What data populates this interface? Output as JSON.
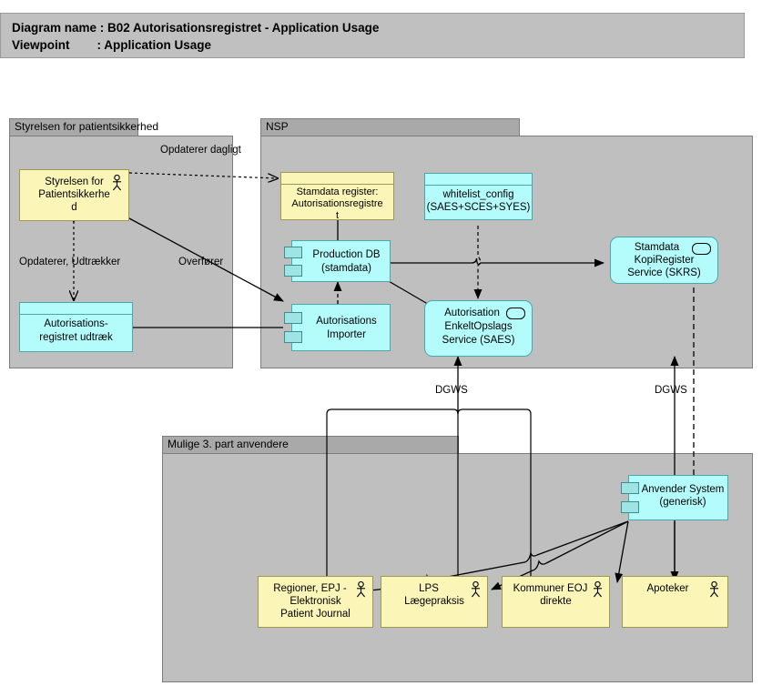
{
  "header": {
    "line1": "Diagram name : B02 Autorisationsregistret - Application Usage",
    "line2": "Viewpoint        : Application Usage"
  },
  "colors": {
    "canvas": "#ffffff",
    "title_bar": "#c0c0c0",
    "group_body": "#bfbfbf",
    "group_tab": "#a9a9a9",
    "business_yellow": "#fbf6b8",
    "application_cyan": "#b4fcfc",
    "component_tab": "#9fe3e3",
    "line": "#000000"
  },
  "groups": [
    {
      "id": "styrelsen",
      "label": "Styrelsen for patientsikkerhed"
    },
    {
      "id": "nsp",
      "label": "NSP"
    },
    {
      "id": "tredjepart",
      "label": "Mulige 3. part anvendere"
    }
  ],
  "nodes": {
    "styrelsen_actor": {
      "label": "Styrelsen for Patientsikkerhed",
      "type": "business-actor",
      "shape": "rect",
      "color": "yellow",
      "icon": "actor-icon"
    },
    "udtraek": {
      "label": "Autorisations-registret udtræk",
      "type": "data-object",
      "shape": "rect",
      "color": "cyan",
      "icon": "none"
    },
    "stamdata_register": {
      "label": "Stamdata register: Autorisationsregistret",
      "type": "data-object",
      "shape": "rect",
      "color": "yellow",
      "icon": "none"
    },
    "whitelist_config": {
      "label": "whitelist_config (SAES+SCES+SYES)",
      "type": "data-object",
      "shape": "rect",
      "color": "cyan",
      "icon": "none"
    },
    "production_db": {
      "label": "Production DB (stamdata)",
      "type": "application-component",
      "shape": "rect",
      "color": "cyan",
      "icon": "component-icon"
    },
    "autorisations_importer": {
      "label": "Autorisations Importer",
      "type": "application-component",
      "shape": "rect",
      "color": "cyan",
      "icon": "component-icon"
    },
    "saes": {
      "label": "Autorisation EnkeltOpslags Service (SAES)",
      "type": "application-service",
      "shape": "rounded",
      "color": "cyan",
      "icon": "service-oval-icon"
    },
    "skrs": {
      "label": "Stamdata KopiRegister Service (SKRS)",
      "type": "application-service",
      "shape": "rounded",
      "color": "cyan",
      "icon": "service-oval-icon"
    },
    "anvender_system": {
      "label": "Anvender System (generisk)",
      "type": "application-component",
      "shape": "rect",
      "color": "cyan",
      "icon": "component-icon"
    },
    "regioner": {
      "label": "Regioner, EPJ - Elektronisk Patient Journal",
      "type": "business-actor",
      "shape": "rect",
      "color": "yellow",
      "icon": "actor-icon"
    },
    "lps": {
      "label": "LPS Lægepraksis",
      "type": "business-actor",
      "shape": "rect",
      "color": "yellow",
      "icon": "actor-icon"
    },
    "kommuner": {
      "label": "Kommuner EOJ direkte",
      "type": "business-actor",
      "shape": "rect",
      "color": "yellow",
      "icon": "actor-icon"
    },
    "apoteker": {
      "label": "Apoteker",
      "type": "business-actor",
      "shape": "rect",
      "color": "yellow",
      "icon": "actor-icon"
    }
  },
  "node_text": {
    "styrelsen_actor": [
      "Styrelsen for",
      "Patientsikkerhe",
      "d"
    ],
    "udtraek": [
      "Autorisations-",
      "registret udtræk"
    ],
    "stamdata_register": [
      "Stamdata register:",
      "Autorisationsregistre",
      "t"
    ],
    "whitelist_config": [
      "whitelist_config",
      "(SAES+SCES+SYES)"
    ],
    "production_db": [
      "Production DB",
      "(stamdata)"
    ],
    "autorisations_importer": [
      "Autorisations",
      "Importer"
    ],
    "saes": [
      "Autorisation",
      "EnkeltOpslags",
      "Service (SAES)"
    ],
    "skrs": [
      "Stamdata",
      "KopiRegister",
      "Service (SKRS)"
    ],
    "anvender_system": [
      "Anvender System",
      "(generisk)"
    ],
    "regioner": [
      "Regioner, EPJ -",
      "Elektronisk",
      "Patient Journal"
    ],
    "lps": [
      "LPS",
      "Lægepraksis"
    ],
    "kommuner": [
      "Kommuner EOJ",
      "direkte"
    ],
    "apoteker": [
      "Apoteker"
    ]
  },
  "connector_labels": {
    "opdaterer_dagligt": "Opdaterer dagligt",
    "opdaterer_udtraekker": "Opdaterer, Udtrækker",
    "overfoerer": "Overfører",
    "dgws_left": "DGWS",
    "dgws_right": "DGWS"
  }
}
